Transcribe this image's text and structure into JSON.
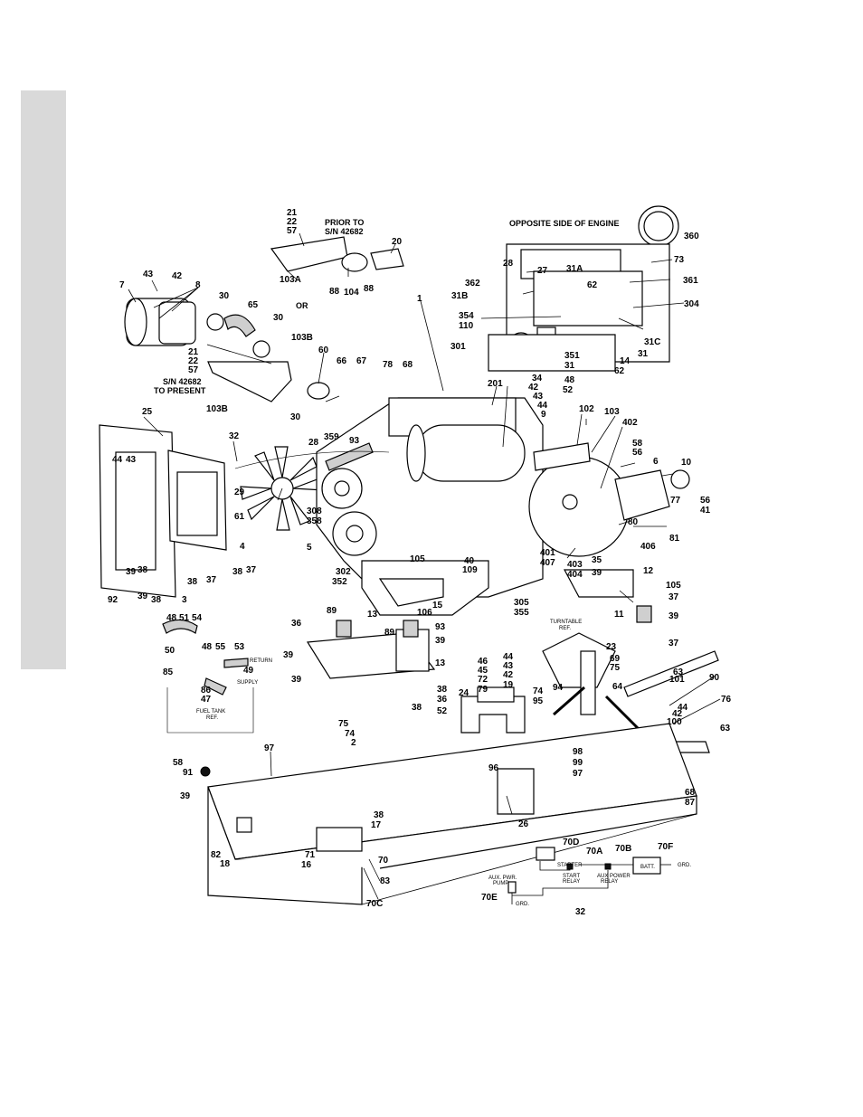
{
  "page": {
    "side_tab_color": "#d9d9d9"
  },
  "headers": {
    "prior_line1": "PRIOR TO",
    "prior_line2": "S/N 42682",
    "or": "OR",
    "present_line1": "S/N 42682",
    "present_line2": "TO PRESENT",
    "opposite": "OPPOSITE SIDE OF ENGINE",
    "turntable_line1": "TURNTABLE",
    "turntable_line2": "REF.",
    "fuel_line1": "FUEL TANK",
    "fuel_line2": "REF.",
    "return": "RETURN",
    "supply": "SUPPLY"
  },
  "schematic": {
    "starter": "STARTER",
    "start_relay_1": "START",
    "start_relay_2": "RELAY",
    "aux_relay_1": "AUX POWER",
    "aux_relay_2": "RELAY",
    "aux_pump_1": "AUX. PWR.",
    "aux_pump_2": "PUMP",
    "batt": "BATT.",
    "grd1": "GRD.",
    "grd2": "GRD."
  },
  "callouts": [
    "21",
    "22",
    "57",
    "20",
    "103A",
    "88",
    "104",
    "88",
    "43",
    "42",
    "7",
    "8",
    "30",
    "65",
    "30",
    "21",
    "22",
    "57",
    "60",
    "66",
    "67",
    "68",
    "103B",
    "78",
    "30",
    "103B",
    "1",
    "201",
    "25",
    "44",
    "43",
    "32",
    "28",
    "359",
    "93",
    "29",
    "308",
    "358",
    "61",
    "5",
    "4",
    "302",
    "352",
    "38",
    "37",
    "39",
    "38",
    "38",
    "37",
    "39",
    "38",
    "92",
    "3",
    "105",
    "40",
    "109",
    "15",
    "305",
    "355",
    "102",
    "103",
    "402",
    "58",
    "56",
    "6",
    "10",
    "77",
    "56",
    "41",
    "80",
    "81",
    "406",
    "401",
    "407",
    "403",
    "404",
    "35",
    "39",
    "12",
    "105",
    "37",
    "11",
    "39",
    "37",
    "13",
    "89",
    "106",
    "93",
    "39",
    "89",
    "13",
    "39",
    "38",
    "36",
    "39",
    "36",
    "38",
    "52",
    "48",
    "51",
    "54",
    "50",
    "48",
    "55",
    "53",
    "85",
    "49",
    "86",
    "47",
    "46",
    "45",
    "72",
    "79",
    "44",
    "43",
    "42",
    "19",
    "24",
    "23",
    "69",
    "75",
    "74",
    "95",
    "94",
    "64",
    "63",
    "101",
    "90",
    "44",
    "42",
    "100",
    "76",
    "63",
    "68",
    "87",
    "75",
    "74",
    "2",
    "97",
    "98",
    "99",
    "97",
    "96",
    "26",
    "58",
    "91",
    "39",
    "38",
    "17",
    "70",
    "71",
    "16",
    "83",
    "82",
    "18",
    "70C",
    "70D",
    "70A",
    "70B",
    "70F",
    "70E",
    "32",
    "360",
    "28",
    "27",
    "31A",
    "73",
    "62",
    "361",
    "362",
    "31B",
    "304",
    "354",
    "110",
    "301",
    "351",
    "31",
    "31C",
    "31",
    "14",
    "62",
    "34",
    "42",
    "43",
    "44",
    "9",
    "48",
    "52"
  ]
}
